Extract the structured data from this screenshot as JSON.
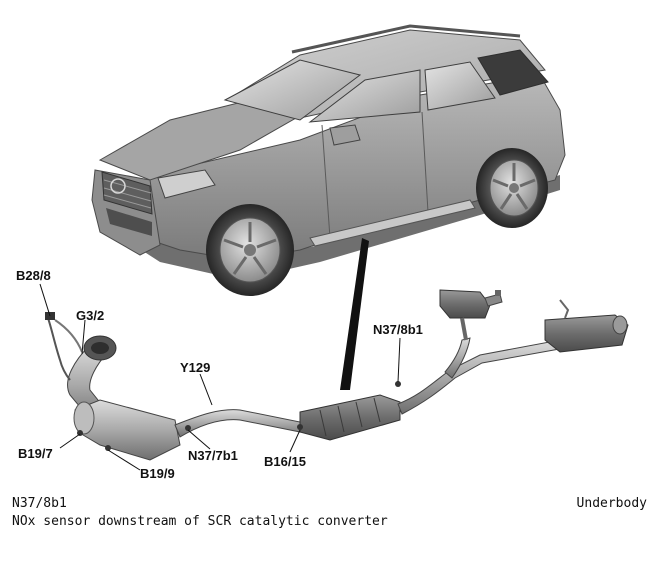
{
  "labels": {
    "b28_8": "B28/8",
    "g3_2": "G3/2",
    "y129": "Y129",
    "n37_8b1": "N37/8b1",
    "b19_7": "B19/7",
    "b19_9": "B19/9",
    "n37_7b1": "N37/7b1",
    "b16_15": "B16/15"
  },
  "caption": {
    "code": "N37/8b1",
    "description": "NOx sensor downstream of SCR catalytic converter",
    "location": "Underbody"
  }
}
